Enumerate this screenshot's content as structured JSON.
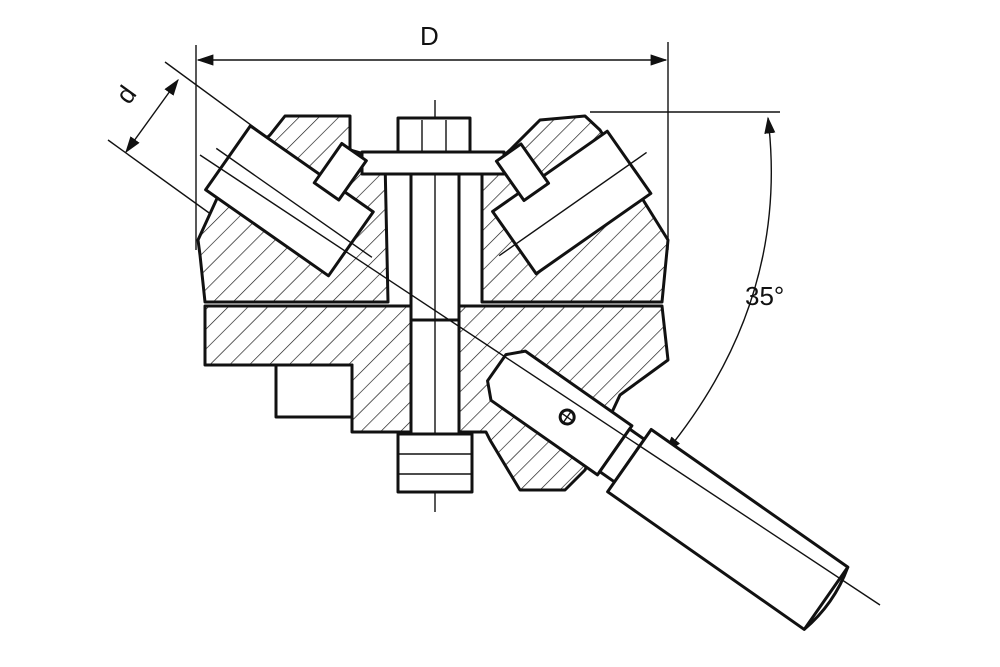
{
  "labels": {
    "diameter_outer": "D",
    "diameter_tool": "d",
    "angle": "35°"
  },
  "colors": {
    "line": "#111111",
    "background": "#ffffff"
  }
}
